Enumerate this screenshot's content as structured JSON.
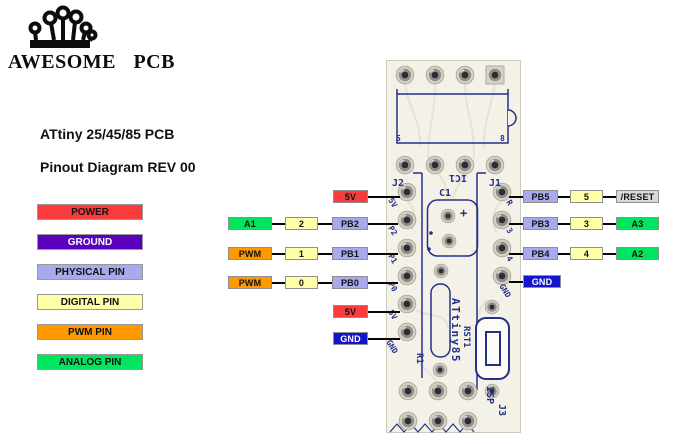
{
  "brand": {
    "name": "AWESOME PCB"
  },
  "header": {
    "title": "ATtiny 25/45/85 PCB",
    "subtitle": "Pinout Diagram REV 00"
  },
  "palette": {
    "power_red": "#f83c3c",
    "ground_purple": "#5a00be",
    "gnd_blue": "#1414cc",
    "physical_lavender": "#a9a9ee",
    "digital_yellow": "#ffffaa",
    "pwm_orange": "#ff9900",
    "analog_green": "#00e55f",
    "reset_gray": "#d9d9d9",
    "silkscreen_navy": "#243189",
    "board_beige": "#f4f1e9"
  },
  "legend": {
    "items": [
      {
        "label": "POWER",
        "color": "#f83c3c"
      },
      {
        "label": "GROUND",
        "color": "#5a00be"
      },
      {
        "label": "PHYSICAL PIN",
        "color": "#a9a9ee"
      },
      {
        "label": "DIGITAL PIN",
        "color": "#ffffaa"
      },
      {
        "label": "PWM PIN",
        "color": "#ff9900"
      },
      {
        "label": "ANALOG PIN",
        "color": "#00e55f"
      }
    ]
  },
  "pins": {
    "left": {
      "row1": {
        "power": "5V"
      },
      "row2": {
        "analog": "A1",
        "digital": "2",
        "physical": "PB2"
      },
      "row3": {
        "pwm": "PWM",
        "digital": "1",
        "physical": "PB1"
      },
      "row4": {
        "pwm": "PWM",
        "digital": "0",
        "physical": "PB0"
      },
      "row5": {
        "power": "5V"
      },
      "row6": {
        "ground": "GND"
      }
    },
    "right": {
      "row1": {
        "physical": "PB5",
        "digital": "5",
        "reset": "/RESET"
      },
      "row2": {
        "physical": "PB3",
        "digital": "3",
        "analog": "A3"
      },
      "row3": {
        "physical": "PB4",
        "digital": "4",
        "analog": "A2"
      },
      "row4": {
        "ground": "GND"
      }
    }
  },
  "pcb": {
    "silkscreen": {
      "j2": "J2",
      "ic1": "IC1",
      "j1": "J1",
      "c1": "C1",
      "plus": "+",
      "pin5": "5",
      "pin8": "8",
      "chip": "ATtiny85",
      "rst": "RST1",
      "r1": "R1",
      "isp": "ISP",
      "j3": "J3",
      "left_pads": [
        "5V",
        "P2",
        "P1",
        "P0",
        "5V",
        "GND"
      ],
      "right_pads": [
        "R",
        "3",
        "4",
        "GND"
      ]
    }
  }
}
